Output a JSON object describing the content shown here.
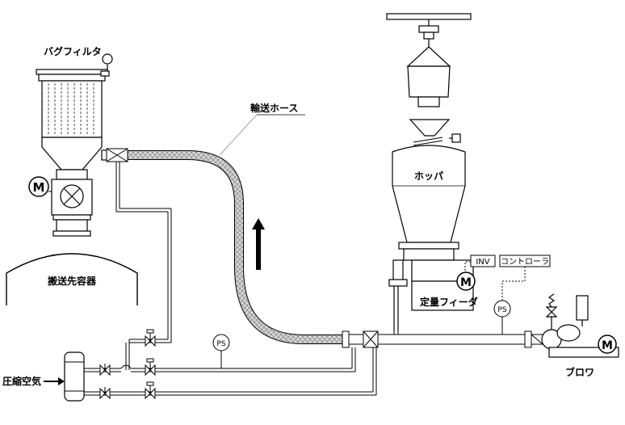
{
  "labels": {
    "bag_filter": "バグフィルタ",
    "transport_hose": "輸送ホース",
    "hopper": "ホッパ",
    "destination_vessel": "搬送先容器",
    "inv": "INV",
    "controller": "コントローラ",
    "motor": "M",
    "quantitative_feeder": "定量フィーダ",
    "pressure_switch": "PS",
    "compressed_air": "圧縮空気",
    "blower": "ブロワ"
  },
  "colors": {
    "line": "#000000",
    "hose_fill": "#d9d9d9",
    "background": "#ffffff"
  }
}
